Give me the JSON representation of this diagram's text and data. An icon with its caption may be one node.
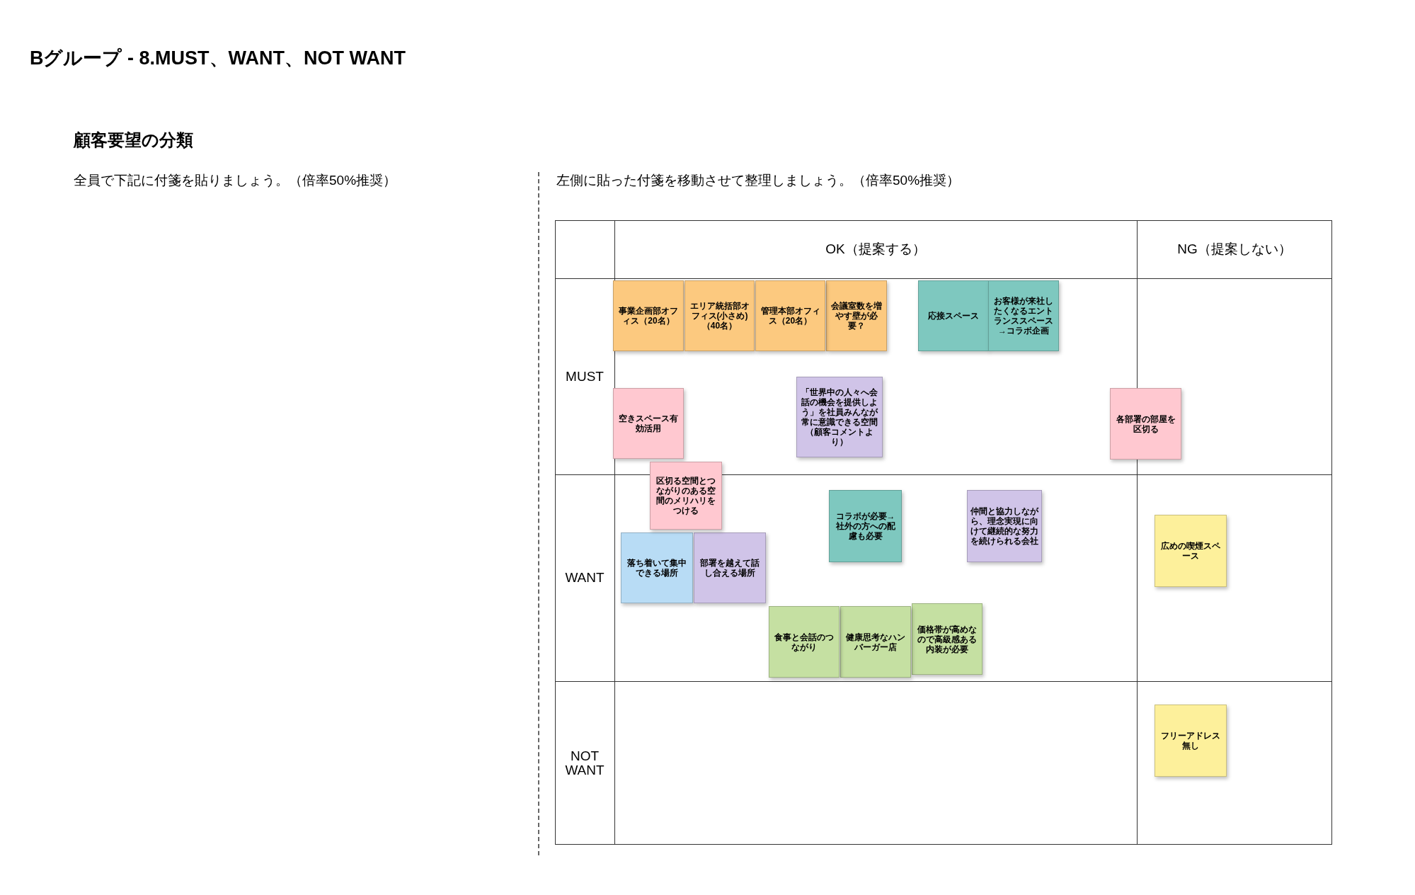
{
  "diagram": {
    "title": "Bグループ - 8.MUST、WANT、NOT WANT",
    "nodes": [
      {
        "text": [
          "事業企画部オフィス（20名）"
        ]
      },
      {
        "text": [
          "エリア統括部オフィス(小さめ)（40名）"
        ]
      },
      {
        "text": [
          "管理本部オフィス（20名）"
        ]
      },
      {
        "text": [
          "会議室数を増やす壁が必要？"
        ]
      },
      {
        "text": [
          "応接スペース"
        ]
      },
      {
        "text": [
          "お客様が来社したくなるエントランススペース→コラボ企画"
        ]
      },
      {
        "text": [
          "「世界中の人々へ会話の機会を提供しよう」を社員みんなが常に意識できる空間（顧客コメントより）"
        ]
      },
      {
        "text": [
          "空きスペース有効活用"
        ]
      },
      {
        "text": [
          "各部署の部屋を区切る"
        ]
      },
      {
        "text": [
          "区切る空間とつながりのある空間のメリハリをつける"
        ]
      },
      {
        "text": [
          "落ち着いて集中できる場所"
        ]
      },
      {
        "text": [
          "部署を越えて話し合える場所"
        ]
      },
      {
        "text": [
          "コラボが必要→社外の方への配慮も必要"
        ]
      },
      {
        "text": [
          "仲間と協力しながら、理念実現に向けて継続的な努力を続けられる会社"
        ]
      },
      {
        "text": [
          "食事と会話のつながり"
        ]
      },
      {
        "text": [
          "健康思考なハンバーガー店"
        ]
      },
      {
        "text": [
          "価格帯が高めなので高級感ある内装が必要"
        ]
      },
      {
        "text": [
          "広めの喫煙スペース"
        ]
      },
      {
        "text": [
          "フリーアドレス無し"
        ]
      }
    ],
    "labels": [
      "顧客要望の分類",
      "全員で下記に付箋を貼りましょう。（倍率50%推奨）",
      "左側に貼った付箋を移動させて整理しましょう。（倍率50%推奨）",
      "OK（提案する）",
      "NG（提案しない）",
      "MUST",
      "WANT",
      "NOT WANT"
    ]
  }
}
